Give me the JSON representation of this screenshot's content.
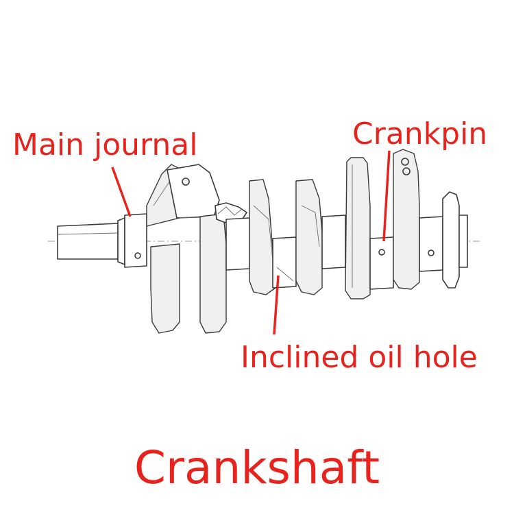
{
  "labels": {
    "main_journal": "Main journal",
    "crankpin": "Crankpin",
    "oil_hole": "Inclined oil hole",
    "title": "Crankshaft"
  },
  "colors": {
    "label": "#e8231d",
    "drawing": "#3a3a3a"
  }
}
